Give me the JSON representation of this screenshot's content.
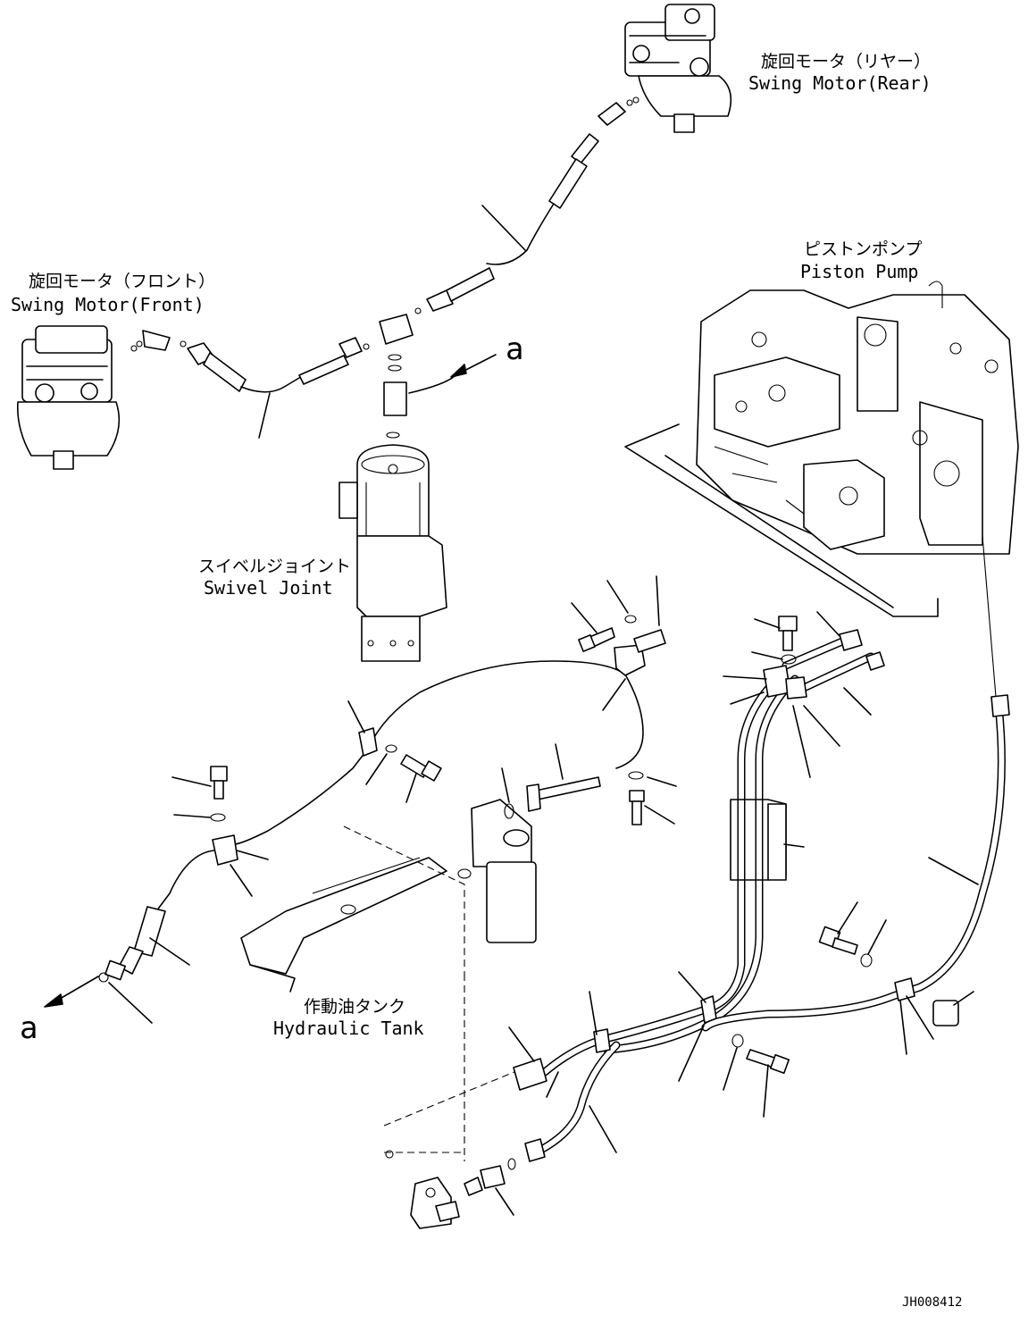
{
  "labels": {
    "swing_motor_rear_jp": "旋回モータ（リヤー）",
    "swing_motor_rear_en": "Swing Motor(Rear)",
    "swing_motor_front_jp": "旋回モータ（フロント）",
    "swing_motor_front_en": "Swing Motor(Front)",
    "piston_pump_jp": "ピストンポンプ",
    "piston_pump_en": "Piston Pump",
    "swivel_joint_jp": "スイベルジョイント",
    "swivel_joint_en": "Swivel Joint",
    "hydraulic_tank_jp": "作動油タンク",
    "hydraulic_tank_en": "Hydraulic Tank",
    "view_ref_a_top": "a",
    "view_ref_a_bottom": "a",
    "drawing_number": "JH008412"
  }
}
